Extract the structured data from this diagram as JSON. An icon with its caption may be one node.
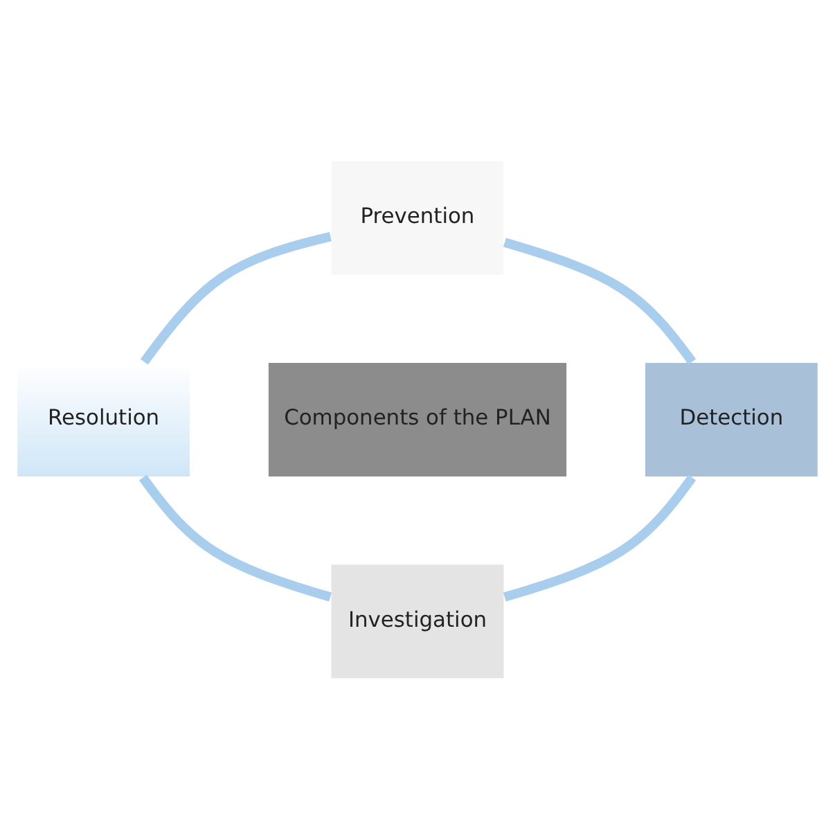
{
  "diagram": {
    "nodes": [
      {
        "text": [
          "Prevention"
        ]
      },
      {
        "text": [
          "Resolution"
        ]
      },
      {
        "text": [
          "Components of the PLAN"
        ]
      },
      {
        "text": [
          "Detection"
        ]
      },
      {
        "text": [
          "Investigation"
        ]
      }
    ],
    "edges": [
      {
        "from": 0,
        "to": 3,
        "arrow": "none"
      },
      {
        "from": 3,
        "to": 4,
        "arrow": "none"
      },
      {
        "from": 4,
        "to": 1,
        "arrow": "none"
      },
      {
        "from": 1,
        "to": 0,
        "arrow": "none"
      }
    ]
  }
}
